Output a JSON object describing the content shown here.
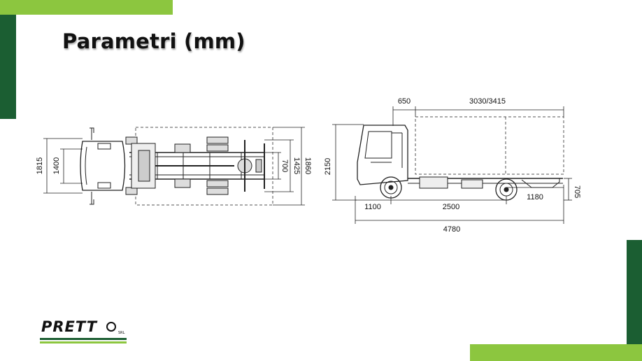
{
  "colors": {
    "light_green": "#8cc63f",
    "dark_green": "#1b5e32",
    "text": "#111111"
  },
  "title": "Parametri (mm)",
  "top_view": {
    "dims": {
      "overall_width": "1815",
      "cab_track": "1400",
      "frame_width": "700",
      "rear_track": "1425",
      "body_width": "1860"
    }
  },
  "side_view": {
    "dims": {
      "front_to_body": "650",
      "body_length": "3030/3415",
      "height": "2150",
      "front_overhang": "1100",
      "wheelbase": "2500",
      "rear_overhang": "1180",
      "frame_height": "705",
      "overall_length": "4780"
    }
  },
  "logo": {
    "brand": "PRETT",
    "suffix": "SRL"
  }
}
